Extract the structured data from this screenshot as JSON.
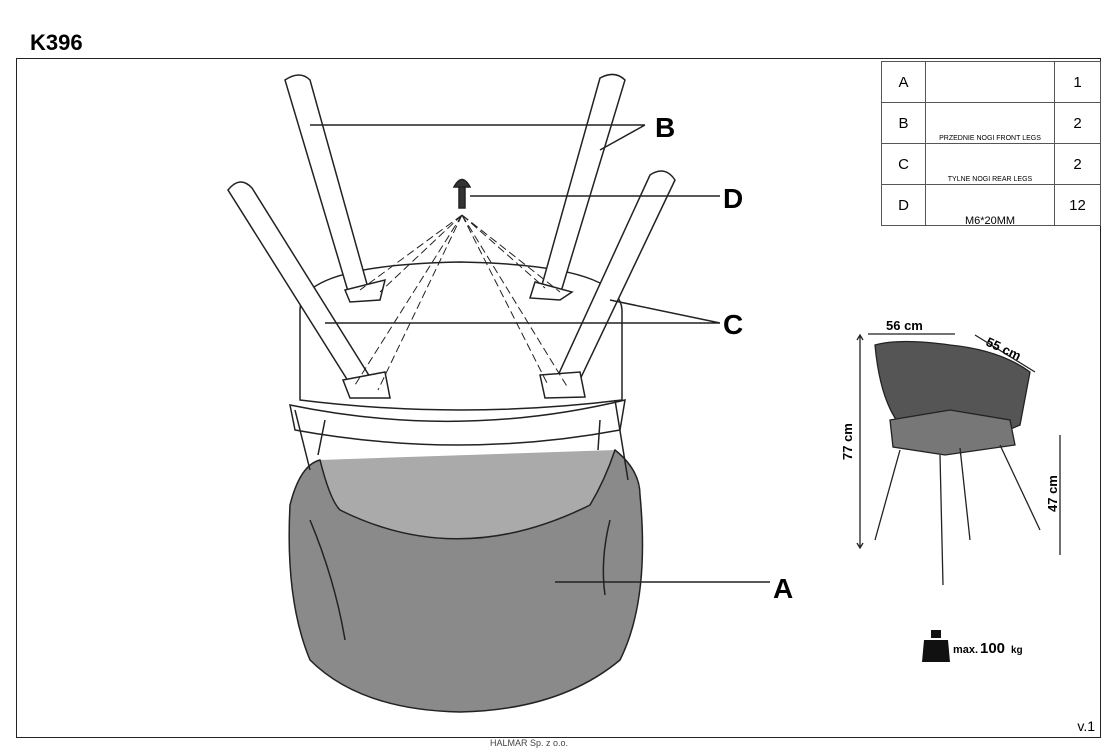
{
  "title": "K396",
  "labels": {
    "a": "A",
    "b": "B",
    "c": "C",
    "d": "D"
  },
  "parts": [
    {
      "letter": "A",
      "caption": "",
      "qty": "1"
    },
    {
      "letter": "B",
      "caption": "PRZEDNIE NOGI FRONT LEGS",
      "qty": "2"
    },
    {
      "letter": "C",
      "caption": "TYLNE NOGI REAR LEGS",
      "qty": "2"
    },
    {
      "letter": "D",
      "caption": "M6*20MM",
      "qty": "12"
    }
  ],
  "dimensions": {
    "width": "56 cm",
    "depth": "55 cm",
    "height": "77 cm",
    "seat_height": "47 cm"
  },
  "load": {
    "prefix": "max.",
    "value": "100",
    "unit": "kg"
  },
  "version": "v.1",
  "footer": "HALMAR Sp. z o.o."
}
